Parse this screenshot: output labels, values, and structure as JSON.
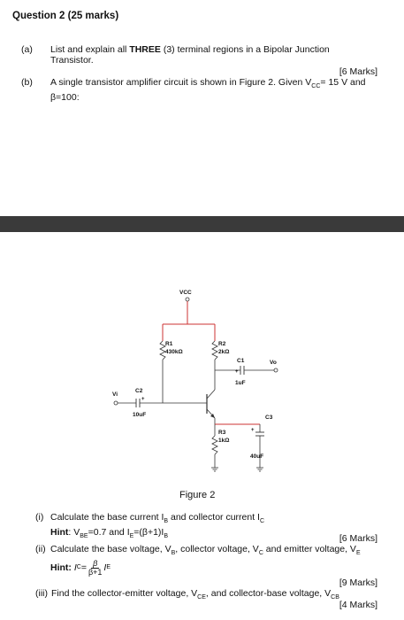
{
  "question_title": "Question 2 (25 marks)",
  "part_a": {
    "label": "(a)",
    "text_line1_pre": "List and explain all",
    "text_bold": "THREE",
    "text_line1_post": "(3) terminal regions in a Bipolar Junction",
    "text_line2": "Transistor.",
    "marks": "[6 Marks]"
  },
  "part_b": {
    "label": "(b)",
    "text_line1": "A single transistor amplifier circuit is shown in Figure 2. Given V",
    "vcc_sub": "CC",
    "text_line1_post": "= 15 V and",
    "text_line2": "β=100:"
  },
  "circuit": {
    "vcc": "VCC",
    "r1_name": "R1",
    "r1_value": "430kΩ",
    "r2_name": "R2",
    "r2_value": "2kΩ",
    "c1_name": "C1",
    "c1_value": "1uF",
    "vo": "Vo",
    "vi": "Vi",
    "c2_name": "C2",
    "c2_value": "10uF",
    "c3_name": "C3",
    "r3_name": "R3",
    "r3_value": "1kΩ",
    "c3_value": "40uF",
    "plus": "+"
  },
  "figure_caption": "Figure 2",
  "sub_i": {
    "label": "(i)",
    "text": "Calculate the base current I",
    "ib_sub": "B",
    "text_mid": " and collector current I",
    "ic_sub": "C",
    "hint_label": "Hint",
    "hint_text": ": V",
    "hint_vbe_sub": "BE",
    "hint_text2": "=0.7 and I",
    "hint_e_sub": "E",
    "hint_text3": "=(β+1)I",
    "hint_b_sub": "B",
    "marks": "[6 Marks]"
  },
  "sub_ii": {
    "label": "(ii)",
    "text": "Calculate the base voltage, V",
    "vb_sub": "B",
    "text2": ", collector voltage, V",
    "vc_sub": "C",
    "text3": " and emitter voltage, V",
    "ve_sub": "E",
    "hint_label": "Hint",
    "hint_lhs": "I",
    "hint_lhs_sub": "C",
    "hint_eq": "=",
    "hint_num": "β",
    "hint_den": "β+1",
    "hint_rhs": "I",
    "hint_rhs_sub": "E",
    "marks": "[9 Marks]"
  },
  "sub_iii": {
    "label": "(iii)",
    "text": "Find the collector-emitter voltage, V",
    "vce_sub": "CE",
    "text2": ", and collector-base voltage, V",
    "vcb_sub": "CB",
    "marks": "[4 Marks]"
  }
}
